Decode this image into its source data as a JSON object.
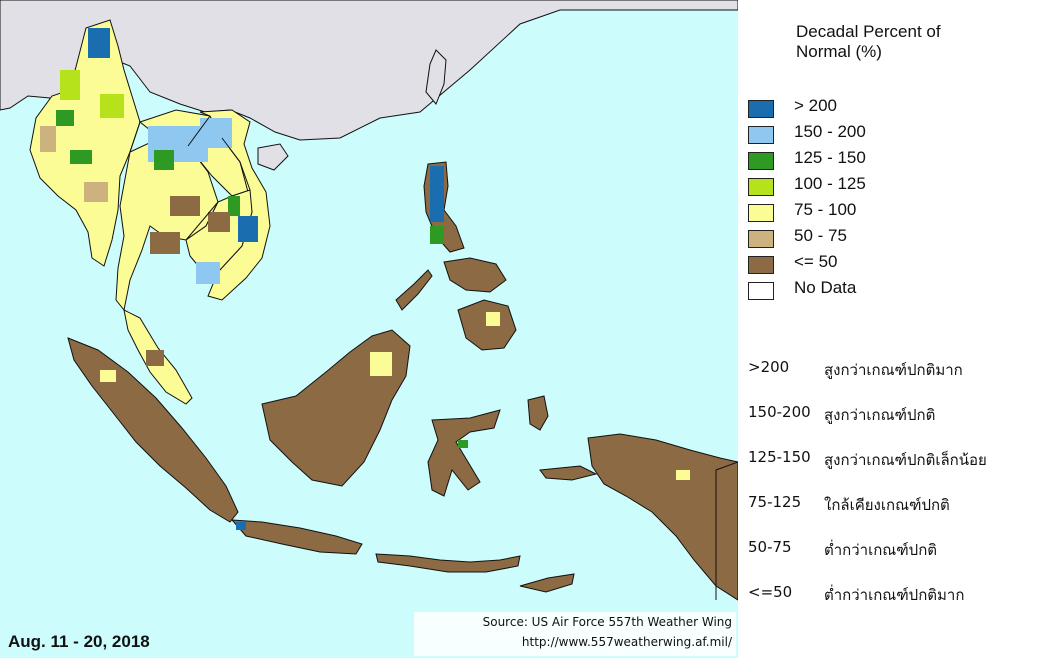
{
  "map": {
    "date_range": "Aug. 11 - 20, 2018",
    "source": "Source: US Air Force 557th Weather Wing",
    "url": "http://www.557weatherwing.af.mil/",
    "colors": {
      "ocean": "#ccfcfc",
      "outside_land": "#e0e0e6",
      "border": "#111111"
    }
  },
  "legend": {
    "title": "Decadal Percent of\nNormal (%)",
    "items": [
      {
        "label": "> 200",
        "color": "#1a6eb0"
      },
      {
        "label": "150 - 200",
        "color": "#8ec8f0"
      },
      {
        "label": "125 - 150",
        "color": "#2e9a24"
      },
      {
        "label": "100 - 125",
        "color": "#b6e21c"
      },
      {
        "label": "75 - 100",
        "color": "#fcfc96"
      },
      {
        "label": "50 - 75",
        "color": "#ccb27e"
      },
      {
        "label": "<= 50",
        "color": "#8b6a44"
      },
      {
        "label": "No Data",
        "color": "#ffffff"
      }
    ]
  },
  "thai_classes": [
    {
      "range": ">200",
      "desc": "สูงกว่าเกณฑ์ปกติมาก"
    },
    {
      "range": "150-200",
      "desc": "สูงกว่าเกณฑ์ปกติ"
    },
    {
      "range": "125-150",
      "desc": "สูงกว่าเกณฑ์ปกติเล็กน้อย"
    },
    {
      "range": "75-125",
      "desc": "ใกล้เคียงเกณฑ์ปกติ"
    },
    {
      "range": "50-75",
      "desc": "ต่ำกว่าเกณฑ์ปกติ"
    },
    {
      "range": "<=50",
      "desc": "ต่ำกว่าเกณฑ์ปกติมาก"
    }
  ]
}
